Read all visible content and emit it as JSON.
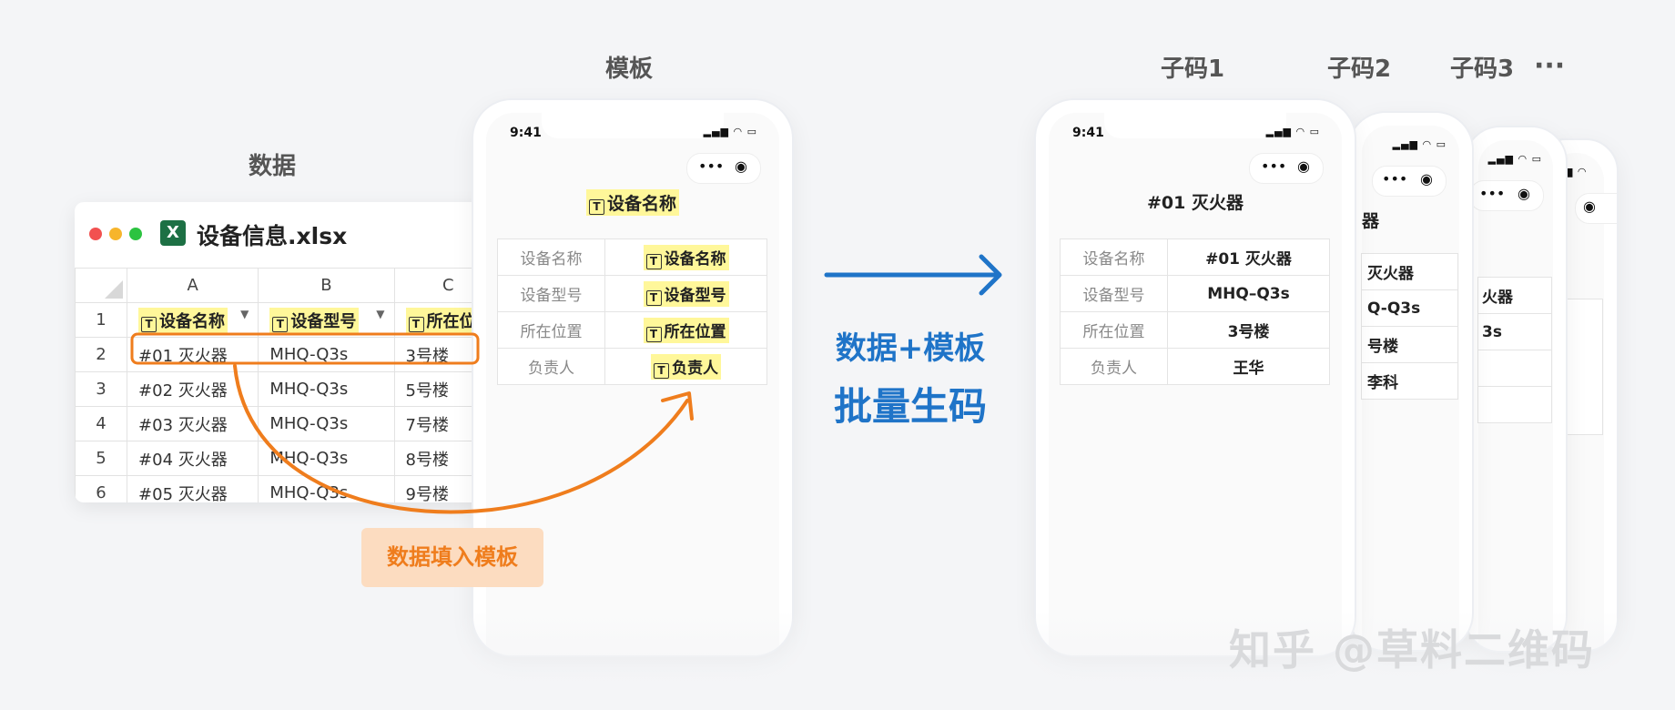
{
  "labels": {
    "data": "数据",
    "template": "模板",
    "sub1": "子码1",
    "sub2": "子码2",
    "sub3": "子码3",
    "more": "···"
  },
  "excel": {
    "filename": "设备信息.xlsx",
    "columns": [
      "A",
      "B",
      "C"
    ],
    "header_row": {
      "num": "1",
      "cells": [
        "设备名称",
        "设备型号",
        "所在位"
      ]
    },
    "rows": [
      {
        "num": "2",
        "cells": [
          "#01 灭火器",
          "MHQ-Q3s",
          "3号楼"
        ]
      },
      {
        "num": "3",
        "cells": [
          "#02 灭火器",
          "MHQ-Q3s",
          "5号楼"
        ]
      },
      {
        "num": "4",
        "cells": [
          "#03 灭火器",
          "MHQ-Q3s",
          "7号楼"
        ]
      },
      {
        "num": "5",
        "cells": [
          "#04 灭火器",
          "MHQ-Q3s",
          "8号楼"
        ]
      },
      {
        "num": "6",
        "cells": [
          "#05 灭火器",
          "MHQ-Q3s",
          "9号楼"
        ]
      }
    ]
  },
  "template_phone": {
    "time": "9:41",
    "title": "设备名称",
    "fields": [
      {
        "key": "设备名称",
        "value": "设备名称"
      },
      {
        "key": "设备型号",
        "value": "设备型号"
      },
      {
        "key": "所在位置",
        "value": "所在位置"
      },
      {
        "key": "负责人",
        "value": "负责人"
      }
    ]
  },
  "fill_label": "数据填入模板",
  "middle": {
    "line1": "数据+模板",
    "line2": "批量生码"
  },
  "result_phone": {
    "time": "9:41",
    "title": "#01 灭火器",
    "fields": [
      {
        "key": "设备名称",
        "value": "#01 灭火器"
      },
      {
        "key": "设备型号",
        "value": "MHQ–Q3s"
      },
      {
        "key": "所在位置",
        "value": "3号楼"
      },
      {
        "key": "负责人",
        "value": "王华"
      }
    ]
  },
  "phone2": {
    "title_partial": "器",
    "values": [
      "灭火器",
      "Q-Q3s",
      "号楼",
      "李科"
    ]
  },
  "phone3": {
    "values": [
      "火器",
      "3s"
    ]
  },
  "t_glyph": "T",
  "watermark": "知乎 @草料二维码",
  "colors": {
    "orange": "#ef7d1d",
    "blue": "#1f74c8",
    "highlight": "#fff79a"
  }
}
